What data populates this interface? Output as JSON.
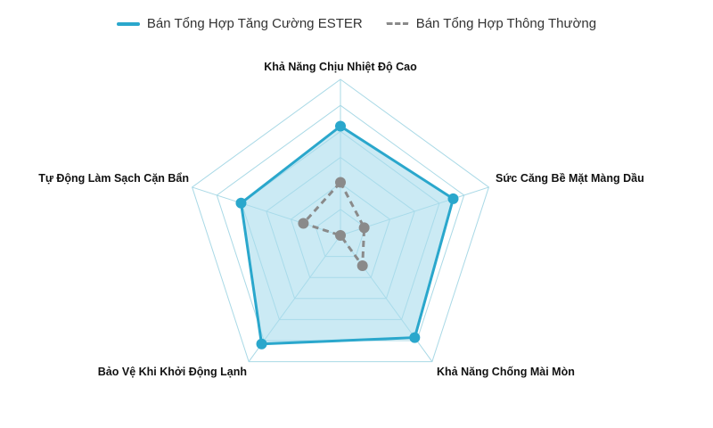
{
  "chart_data": {
    "type": "radar",
    "axes": [
      "Khả Năng Chịu Nhiệt Độ Cao",
      "Sức Căng Bề Mặt Màng Dầu",
      "Khả Năng Chống Mài Mòn",
      "Bảo Vệ Khi Khởi Động Lạnh",
      "Tự Động Làm Sạch Cặn Bẩn"
    ],
    "range": [
      0,
      10
    ],
    "rings": 6,
    "grid": true,
    "legend": "top",
    "series": [
      {
        "name": "Bán Tổng Hợp Tăng Cường ESTER",
        "values": [
          7.0,
          7.6,
          8.1,
          8.6,
          6.7
        ],
        "color": "#2aa7cc",
        "fill": "#a8dced",
        "style": "solid"
      },
      {
        "name": "Bán Tổng Hợp Thông Thường",
        "values": [
          3.4,
          1.6,
          2.4,
          0,
          2.5
        ],
        "color": "#8a8a8a",
        "style": "dashed"
      }
    ]
  }
}
